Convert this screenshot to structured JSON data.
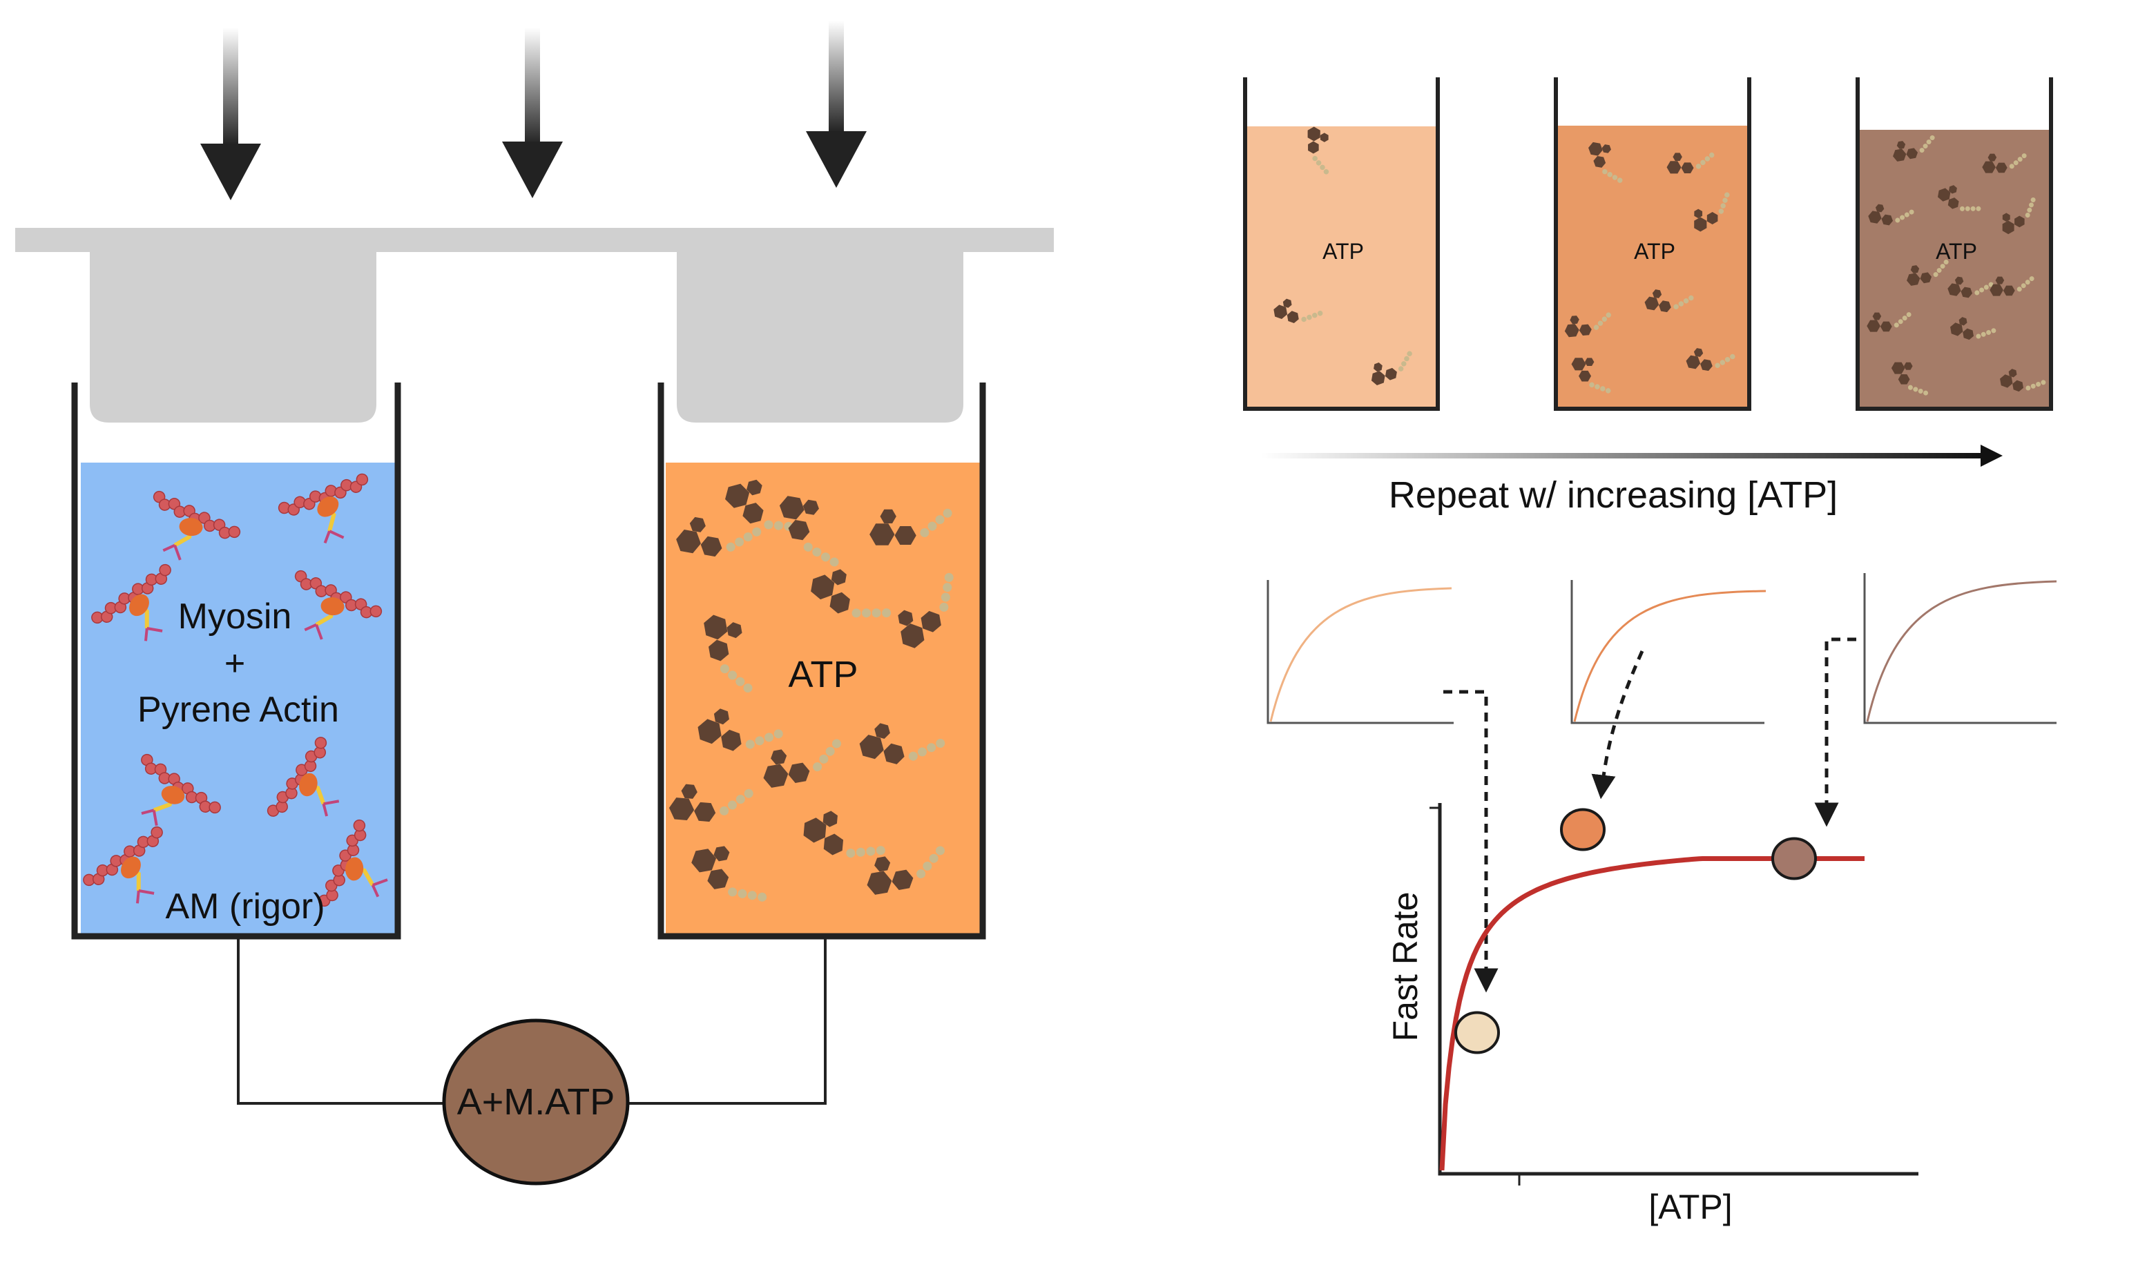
{
  "colors": {
    "syringe_plate": "#d0d0d0",
    "container_stroke": "#222222",
    "myosin_solution": "#8dbdf5",
    "atp_solution": "#fda55c",
    "atp_low": "#f6c097",
    "atp_mid": "#e89a66",
    "atp_high": "#a57c68",
    "mix_chamber": "#946b53",
    "fit_curve": "#c0302c",
    "point_low": "#f1dcbc",
    "point_mid": "#e78a57",
    "point_high": "#a3786a",
    "molecule_dark": "#5e4232",
    "molecule_tail": "#c9b98d",
    "actin": "#d35a5c",
    "myosin_head": "#e46d2e",
    "myosin_neck": "#f0c93a"
  },
  "left_syringe": {
    "label_line1": "Myosin",
    "label_line2": "+",
    "label_line3": "Pyrene Actin",
    "bottom_label": "AM (rigor)"
  },
  "right_syringe": {
    "label": "ATP"
  },
  "mix_chamber": {
    "label": "A+M.ATP"
  },
  "beakers": [
    {
      "label": "ATP",
      "level": "low"
    },
    {
      "label": "ATP",
      "level": "mid"
    },
    {
      "label": "ATP",
      "level": "high"
    }
  ],
  "repeat_caption": "Repeat w/ increasing [ATP]",
  "icons": [
    "down-arrow-icon",
    "gradient-arrow-icon",
    "dashed-arrow-icon"
  ],
  "chart_data": {
    "type": "scatter",
    "title": "",
    "xlabel": "[ATP]",
    "ylabel": "Fast Rate",
    "series": [
      {
        "values": [
          {
            "x": 1,
            "y": 0.38
          },
          {
            "x": 4,
            "y": 0.94
          },
          {
            "x": 10,
            "y": 0.86
          }
        ]
      }
    ],
    "fit": "hyperbolic",
    "grid": false
  }
}
